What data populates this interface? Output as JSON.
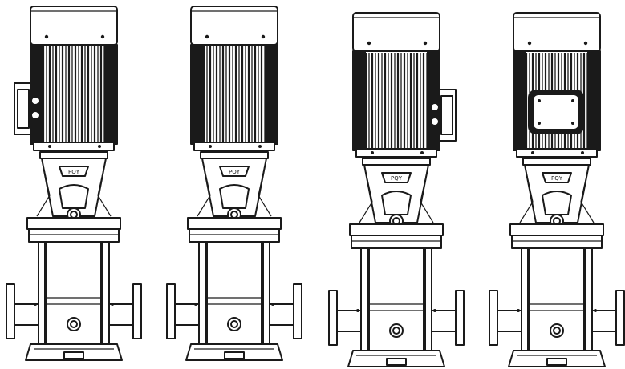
{
  "figure": {
    "views": [
      {
        "name": "pump-view-1",
        "box_side": "left"
      },
      {
        "name": "pump-view-2",
        "box_side": "none"
      },
      {
        "name": "pump-view-3",
        "box_side": "right"
      },
      {
        "name": "pump-view-4",
        "box_side": "front"
      }
    ],
    "pump_logo_text": "PQY",
    "colors": {
      "line": "#1a1a1a",
      "background": "#ffffff"
    }
  }
}
